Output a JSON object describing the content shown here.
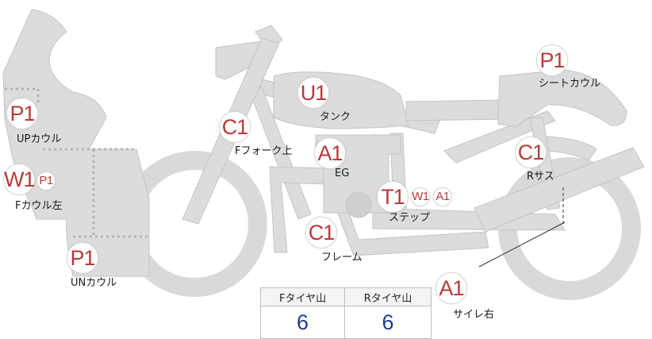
{
  "colors": {
    "part_fill": "#dcdcdc",
    "part_stroke": "#c4c4c4",
    "wheel_stroke": "#d9d9d9",
    "grade_text": "#b73a3a",
    "tread_value": "#1f3c8c",
    "dotted_line": "#b3b3b3"
  },
  "parts": [
    {
      "id": "up-cowl",
      "grade": "P1",
      "label": "UPカウル"
    },
    {
      "id": "f-cowl-left",
      "grade": "W1",
      "grade2": "P1",
      "label": "Fカウル左"
    },
    {
      "id": "un-cowl",
      "grade": "P1",
      "label": "UNカウル"
    },
    {
      "id": "f-fork-top",
      "grade": "C1",
      "label": "Fフォーク上"
    },
    {
      "id": "tank",
      "grade": "U1",
      "label": "タンク"
    },
    {
      "id": "engine",
      "grade": "A1",
      "label": "EG"
    },
    {
      "id": "step",
      "grade": "T1",
      "grade2": "W1",
      "grade3": "A1",
      "label": "ステップ"
    },
    {
      "id": "frame",
      "grade": "C1",
      "label": "フレーム"
    },
    {
      "id": "seat-cowl",
      "grade": "P1",
      "label": "シートカウル"
    },
    {
      "id": "r-suspension",
      "grade": "C1",
      "label": "Rサス"
    },
    {
      "id": "silencer-right",
      "grade": "A1",
      "label": "サイレ右"
    }
  ],
  "tread": {
    "front_label": "Fタイヤ山",
    "rear_label": "Rタイヤ山",
    "front_value": "6",
    "rear_value": "6"
  }
}
